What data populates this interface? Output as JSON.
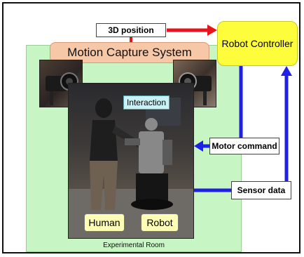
{
  "labels": {
    "position": "3D position",
    "controller": "Robot Controller",
    "mocap": "Motion Capture System",
    "interaction": "Interaction",
    "motor": "Motor command",
    "sensor": "Sensor data",
    "human": "Human",
    "robot": "Robot",
    "room": "Experimental Room"
  },
  "colors": {
    "room": "#c7f5c3",
    "mocap": "#f6c8a8",
    "controller": "#fdfd3c",
    "arrow_red": "#e8131b",
    "arrow_blue": "#1f1fe6",
    "tag": "#fefdb6",
    "interaction": "#c9f1f6"
  }
}
